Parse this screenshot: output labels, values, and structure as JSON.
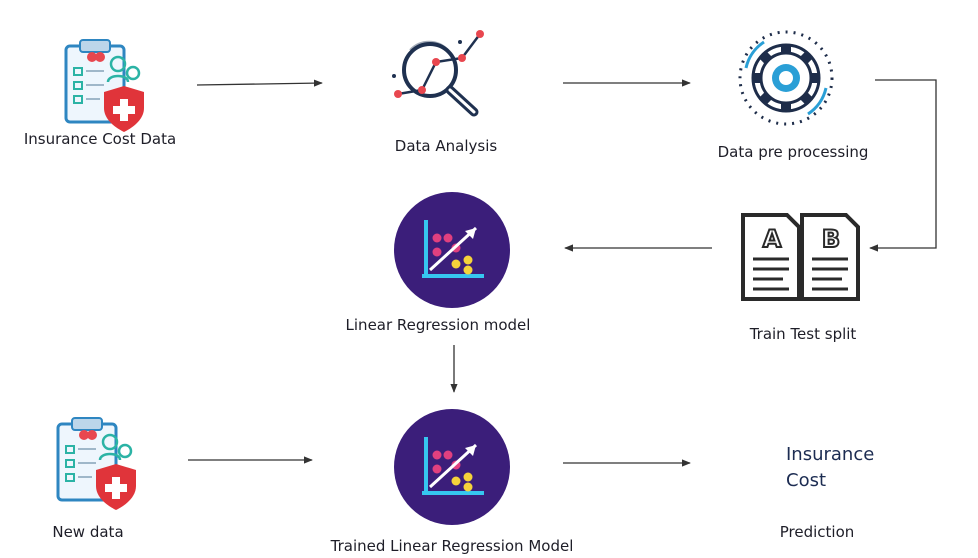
{
  "nodes": {
    "insurance_data": "Insurance Cost Data",
    "data_analysis": "Data Analysis",
    "preprocessing": "Data pre processing",
    "train_test_split": "Train Test split",
    "linear_regression": "Linear Regression model",
    "new_data": "New data",
    "trained_model": "Trained Linear Regression Model",
    "prediction": "Prediction"
  },
  "output": {
    "line1": "Insurance",
    "line2": "Cost"
  },
  "split_letters": {
    "a": "A",
    "b": "B"
  },
  "colors": {
    "model_circle": "#3b1e7a",
    "shield": "#e0343a",
    "clipboard": "#2e86c1",
    "accent": "#e8474f",
    "arrow": "#333333"
  }
}
